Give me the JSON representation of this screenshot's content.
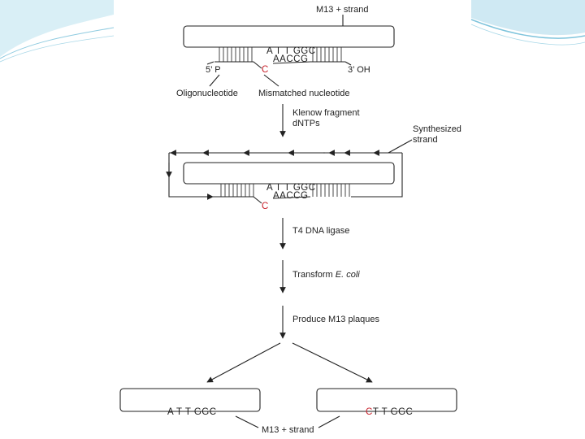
{
  "colors": {
    "mismatch_red": "#c8202a",
    "line": "#222222",
    "swoosh_light": "#bfe3ef",
    "swoosh_mid": "#7fc4dc"
  },
  "top_panel": {
    "strand_label": "M13 + strand",
    "seq_top": "A T T GGC",
    "seq_bottom": "AACCG",
    "mismatch_base": "C",
    "five_prime": "5’ P",
    "three_prime": "3’ OH",
    "oligo_label": "Oligonucleotide",
    "mismatch_label": "Mismatched nucleotide"
  },
  "steps": {
    "klenow": "Klenow fragment",
    "dntps": "dNTPs",
    "synth_line1": "Synthesized",
    "synth_line2": "strand",
    "ligase": "T4 DNA ligase",
    "transform_prefix": "Transform ",
    "transform_italic": "E. coli",
    "plaques": "Produce M13 plaques"
  },
  "middle_panel": {
    "seq_top": "A T T GGC",
    "seq_bottom": "AACCG",
    "mismatch_base": "C"
  },
  "bottom_panel": {
    "left_seq": "A T T GGC",
    "right_mut_base": "C",
    "right_seq_rest": "T T GGC",
    "strand_label": "M13 + strand"
  }
}
